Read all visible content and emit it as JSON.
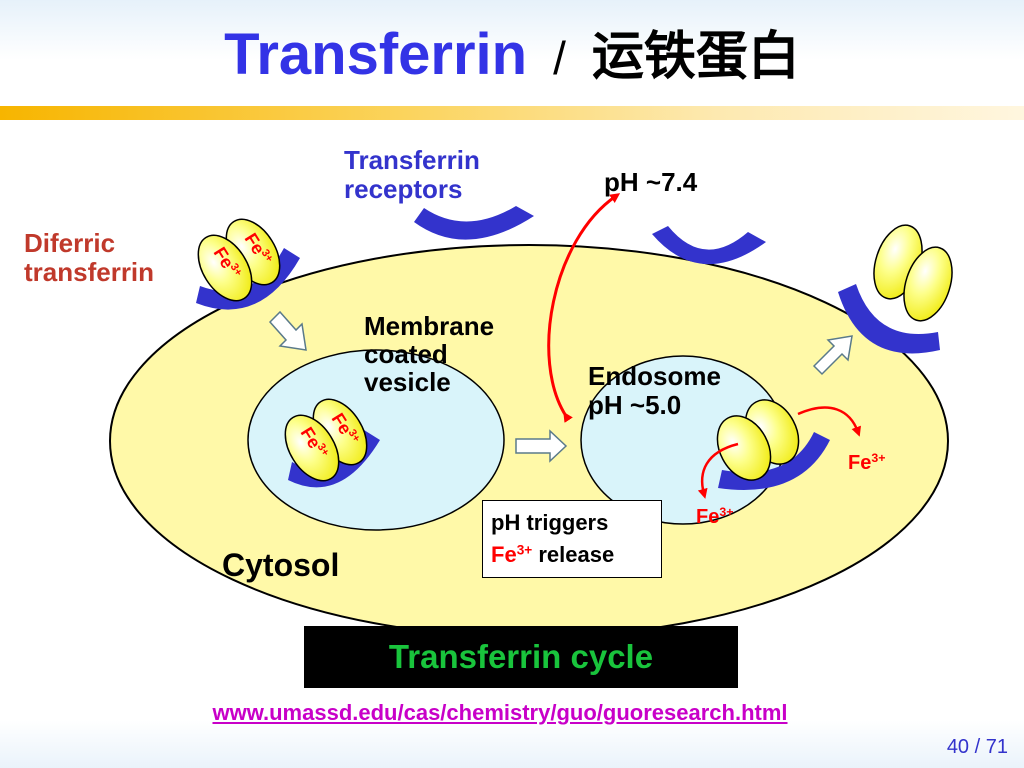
{
  "title": {
    "en": "Transferrin",
    "separator": "/",
    "zh": "运铁蛋白"
  },
  "colors": {
    "title_blue": "#3333e6",
    "receptor": "#3333cc",
    "cell": "#fff9a8",
    "compartment": "#d9f4fa",
    "fe_red": "#ff0000",
    "ph_arrow": "#ff0000",
    "caption_green": "#19c43c",
    "link": "#c800c8"
  },
  "labels": {
    "receptors": [
      "Transferrin",
      "receptors"
    ],
    "diferric": [
      "Diferric",
      "transferrin"
    ],
    "ph_outside": "pH ~7.4",
    "vesicle": [
      "Membrane",
      "coated",
      "vesicle"
    ],
    "endosome": [
      "Endosome",
      "pH ~5.0"
    ],
    "cytosol": "Cytosol",
    "fe_base": "Fe",
    "fe_charge": "3+"
  },
  "note": {
    "line1": "pH triggers",
    "fe_base": "Fe",
    "fe_charge": "3+",
    "rest": " release"
  },
  "caption": "Transferrin cycle",
  "source": "www.umassd.edu/cas/chemistry/guo/guoresearch.html",
  "pager": {
    "current": "40",
    "separator": "/",
    "total": "71"
  },
  "icons": [
    "transferrin-lobe-shape",
    "receptor-arc-shape",
    "block-arrow",
    "curved-arrow"
  ]
}
